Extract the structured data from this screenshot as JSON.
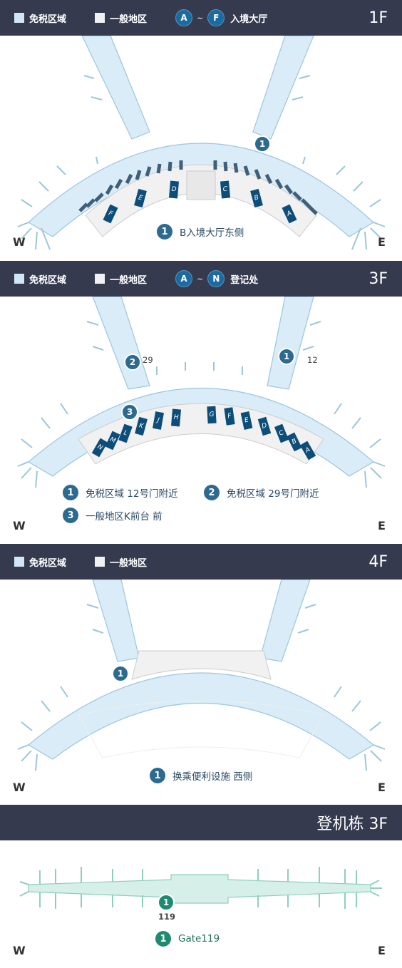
{
  "legend": {
    "duty_free": "免税区域",
    "general": "一般地区"
  },
  "floors": [
    {
      "floor": "1F",
      "range_start": "A",
      "range_tilde": "~",
      "range_end": "F",
      "range_label": "入境大厅",
      "counters": [
        "F",
        "E",
        "D",
        "C",
        "B",
        "A"
      ],
      "markers": [
        "1"
      ],
      "notes": [
        {
          "num": "1",
          "text": "B入境大厅东侧"
        }
      ],
      "west": "W",
      "east": "E"
    },
    {
      "floor": "3F",
      "range_start": "A",
      "range_tilde": "~",
      "range_end": "N",
      "range_label": "登记处",
      "counters": [
        "N",
        "M",
        "L",
        "K",
        "J",
        "H",
        "G",
        "F",
        "E",
        "D",
        "C",
        "B",
        "A"
      ],
      "markers": [
        "2",
        "1",
        "3"
      ],
      "gate_labels": [
        "29",
        "12"
      ],
      "notes": [
        {
          "num": "1",
          "text": "免税区域 12号门附近"
        },
        {
          "num": "2",
          "text": "免税区域 29号门附近"
        },
        {
          "num": "3",
          "text": "一般地区K前台 前"
        }
      ],
      "west": "W",
      "east": "E"
    },
    {
      "floor": "4F",
      "markers": [
        "1"
      ],
      "notes": [
        {
          "num": "1",
          "text": "换乘便利设施 西侧"
        }
      ],
      "west": "W",
      "east": "E"
    },
    {
      "floor": "登机栋 3F",
      "markers": [
        "1"
      ],
      "gate_labels": [
        "119"
      ],
      "notes": [
        {
          "num": "1",
          "text": "Gate119"
        }
      ],
      "west": "W",
      "east": "E"
    }
  ],
  "colors": {
    "header_bg": "#353a4f",
    "duty_free": "#d9ecf8",
    "general": "#f1f1f1",
    "marker": "#2c6a8f",
    "concourse": "#d6efe8"
  }
}
